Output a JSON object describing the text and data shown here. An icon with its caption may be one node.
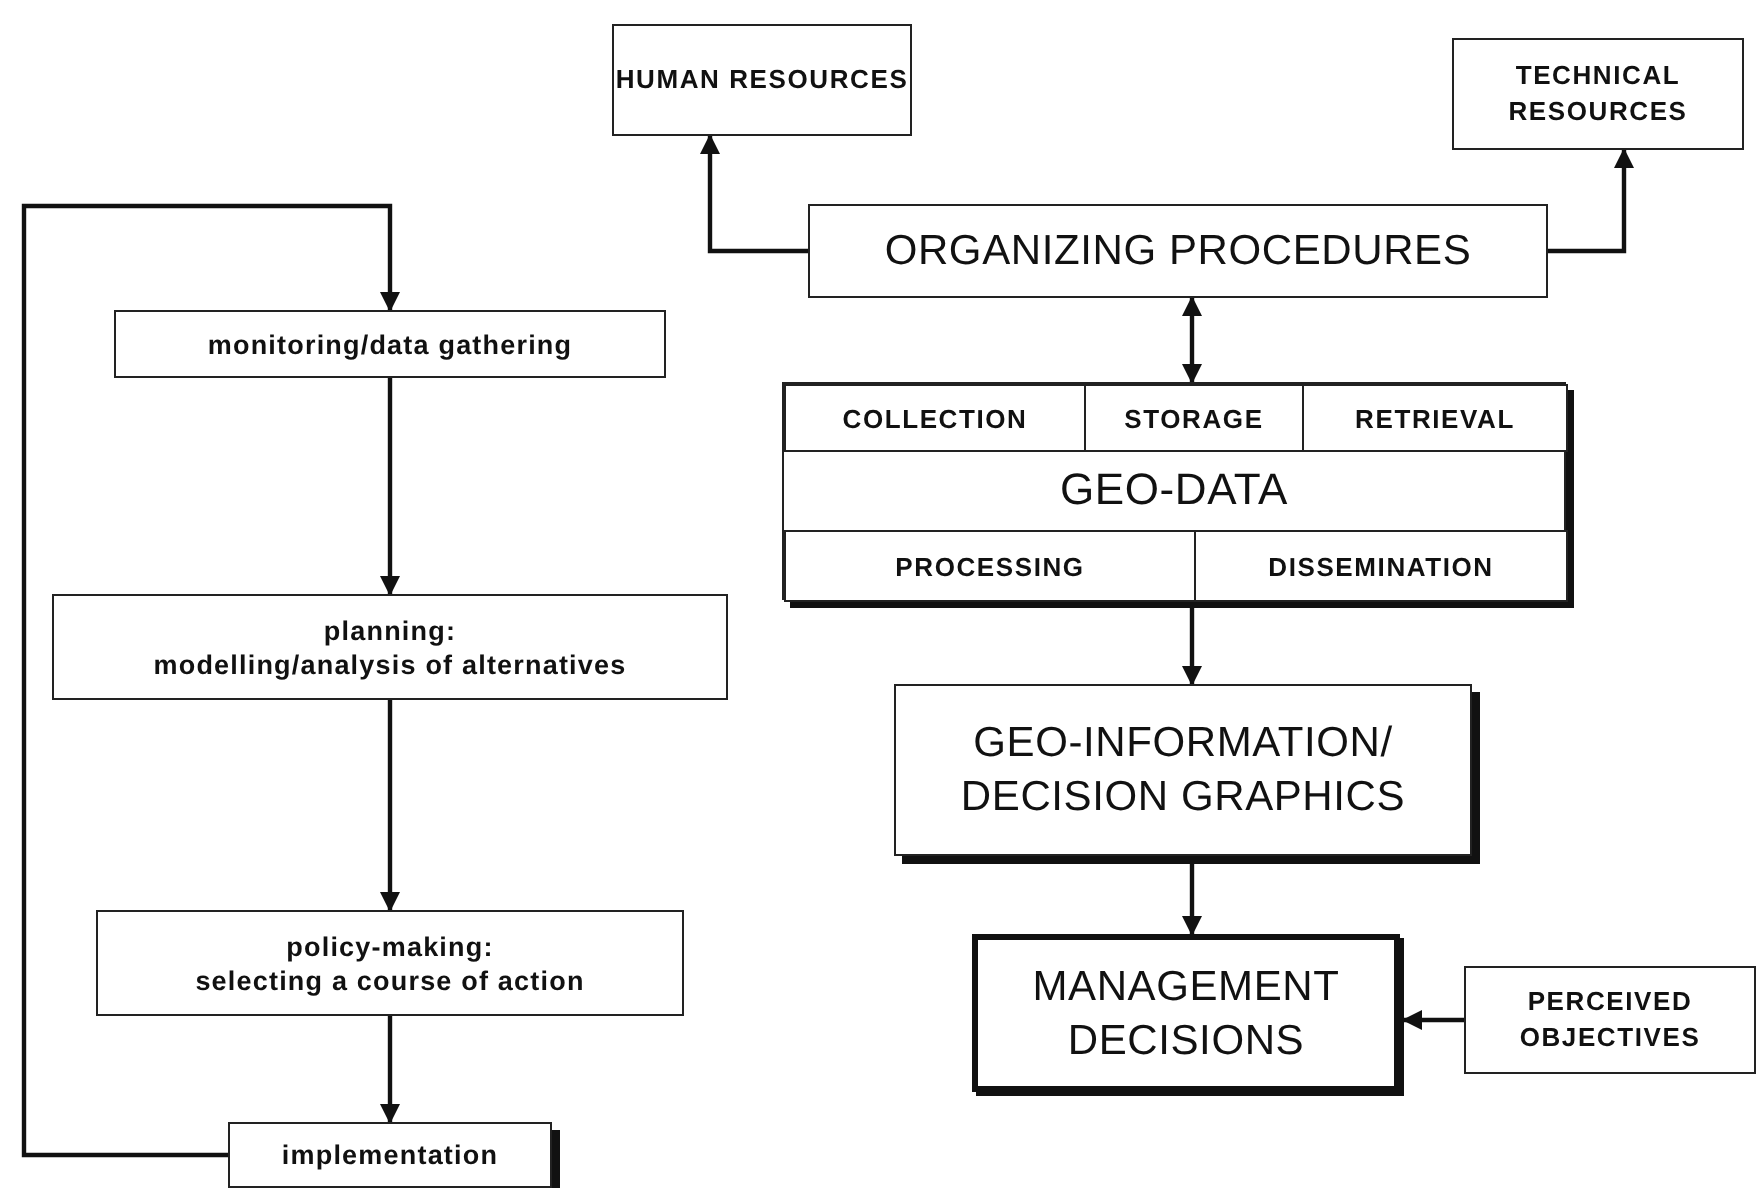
{
  "diagram": {
    "nodes": [
      {
        "text": [
          "monitoring/data gathering"
        ]
      },
      {
        "text": [
          "planning:",
          "modelling/analysis of alternatives"
        ]
      },
      {
        "text": [
          "policy-making:",
          "selecting a course of action"
        ]
      },
      {
        "text": [
          "implementation"
        ]
      },
      {
        "text": [
          "HUMAN RESOURCES"
        ]
      },
      {
        "text": [
          "TECHNICAL RESOURCES"
        ]
      },
      {
        "text": [
          "ORGANIZING PROCEDURES"
        ]
      },
      {
        "text": [
          "GEO-DATA"
        ]
      },
      {
        "text": [
          "COLLECTION"
        ],
        "in": 7
      },
      {
        "text": [
          "STORAGE"
        ],
        "in": 7
      },
      {
        "text": [
          "RETRIEVAL"
        ],
        "in": 7
      },
      {
        "text": [
          "PROCESSING"
        ],
        "in": 7
      },
      {
        "text": [
          "DISSEMINATION"
        ],
        "in": 7
      },
      {
        "text": [
          "GEO-INFORMATION/ DECISION GRAPHICS"
        ]
      },
      {
        "text": [
          "MANAGEMENT DECISIONS"
        ]
      },
      {
        "text": [
          "PERCEIVED OBJECTIVES"
        ]
      }
    ],
    "edges": [
      {
        "from": 3,
        "to": 0,
        "arrow": "to"
      },
      {
        "from": 0,
        "to": 1,
        "arrow": "to"
      },
      {
        "from": 1,
        "to": 2,
        "arrow": "to"
      },
      {
        "from": 2,
        "to": 3,
        "arrow": "to"
      },
      {
        "from": 6,
        "to": 4,
        "arrow": "to"
      },
      {
        "from": 6,
        "to": 5,
        "arrow": "to"
      },
      {
        "from": 6,
        "to": 7,
        "arrow": "both"
      },
      {
        "from": 7,
        "to": 13,
        "arrow": "to"
      },
      {
        "from": 13,
        "to": 14,
        "arrow": "to"
      },
      {
        "from": 15,
        "to": 14,
        "arrow": "to"
      }
    ]
  }
}
